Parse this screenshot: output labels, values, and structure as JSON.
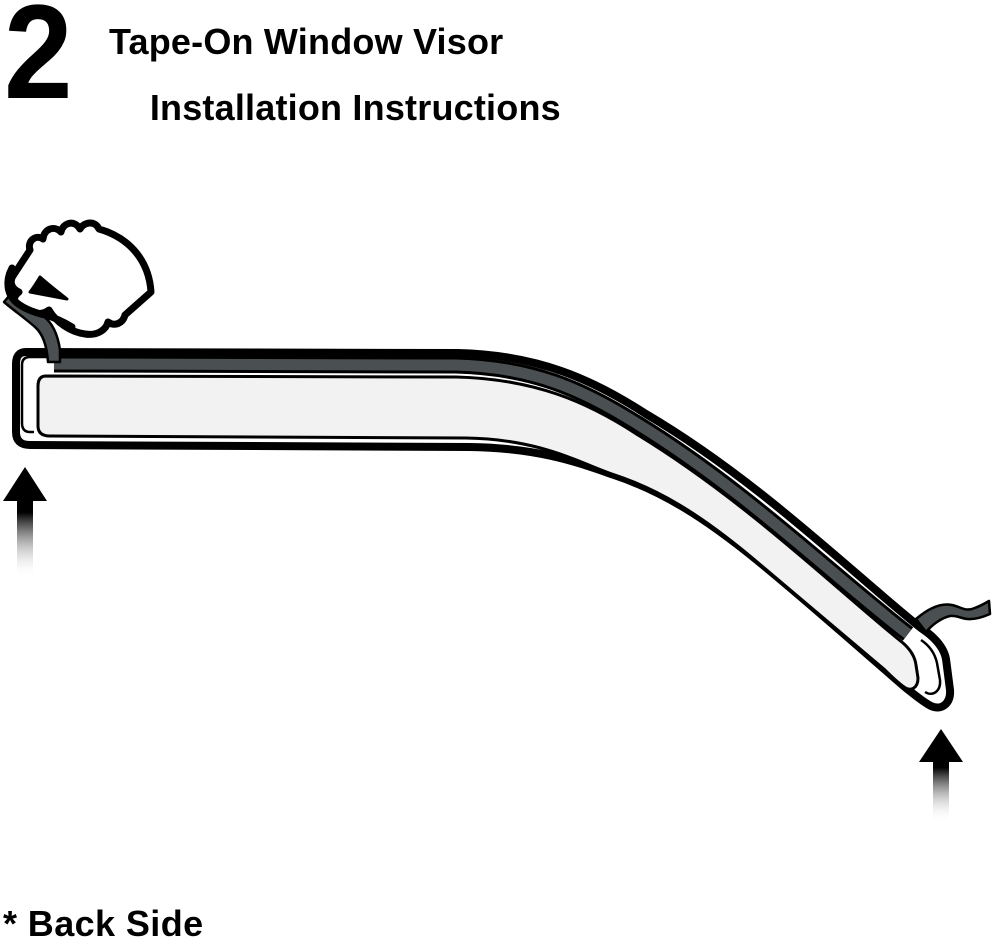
{
  "header": {
    "step_number": "2",
    "title_line_1": "Tape-On Window Visor",
    "title_line_2": "Installation Instructions"
  },
  "footer": {
    "note_label": "* Back Side"
  },
  "colors": {
    "paper": "#ffffff",
    "outline": "#000000",
    "tape": "#4a4f52",
    "body": "#f2f2f2",
    "hand": "#ffffff"
  },
  "illustration": {
    "icons": [
      "hand-peeling-tape-icon",
      "window-visor-icon",
      "tape-liner-strip-icon",
      "up-arrow-icon"
    ]
  }
}
